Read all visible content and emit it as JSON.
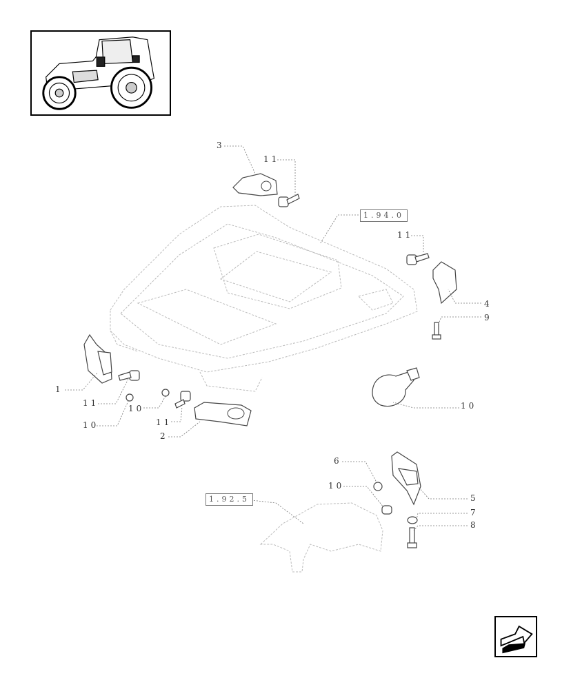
{
  "callouts": [
    {
      "id": "c3",
      "text": "3"
    },
    {
      "id": "c11a",
      "text": "11"
    },
    {
      "id": "c11b",
      "text": "11"
    },
    {
      "id": "c4",
      "text": "4"
    },
    {
      "id": "c9",
      "text": "9"
    },
    {
      "id": "c1",
      "text": "1"
    },
    {
      "id": "c11c",
      "text": "11"
    },
    {
      "id": "c10a",
      "text": "10"
    },
    {
      "id": "c10b",
      "text": "10"
    },
    {
      "id": "c11d",
      "text": "11"
    },
    {
      "id": "c2",
      "text": "2"
    },
    {
      "id": "c10c",
      "text": "10"
    },
    {
      "id": "c6",
      "text": "6"
    },
    {
      "id": "c10d",
      "text": "10"
    },
    {
      "id": "c5",
      "text": "5"
    },
    {
      "id": "c7",
      "text": "7"
    },
    {
      "id": "c8",
      "text": "8"
    }
  ],
  "refs": {
    "cab_roof": "1.94.0",
    "mudguard": "1.92.5"
  },
  "icons": {
    "thumbnail": "tractor-thumbnail-icon",
    "navigation": "back-arrow-icon"
  }
}
